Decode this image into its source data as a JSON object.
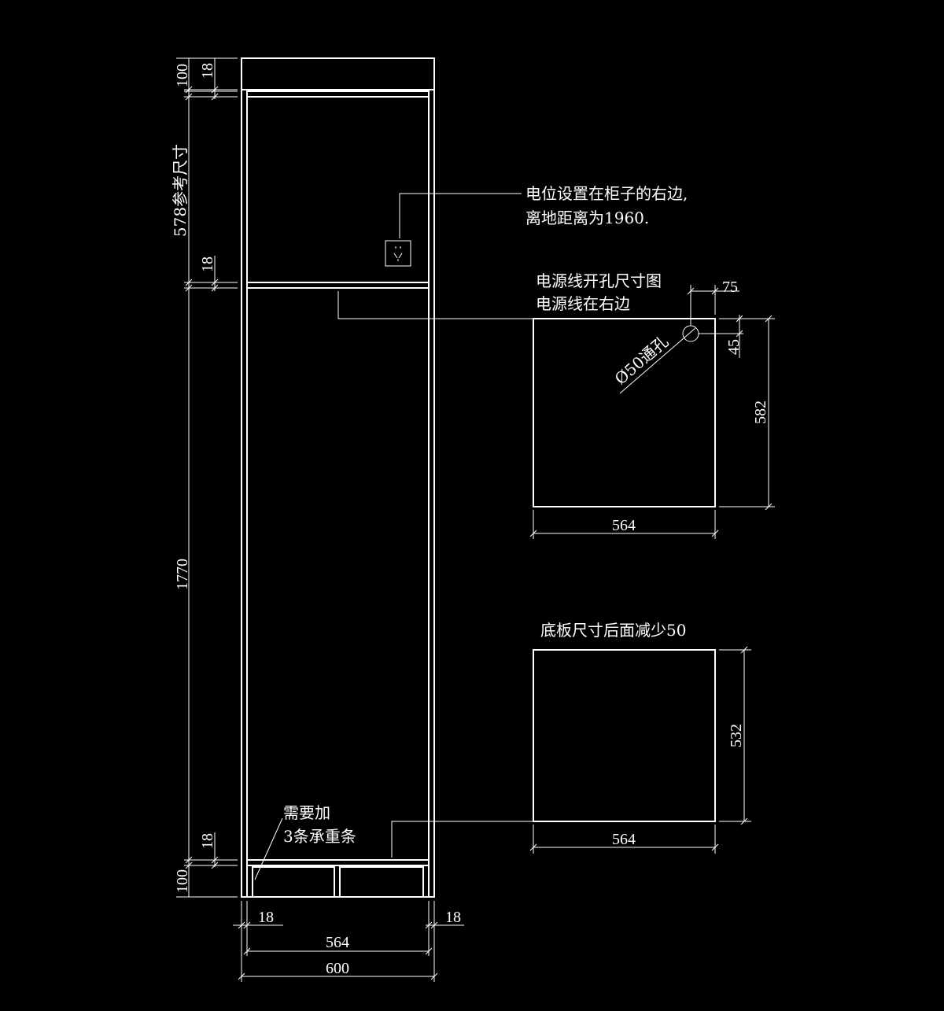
{
  "dimensions": {
    "top_height": "100",
    "top_board": "18",
    "upper_compartment": "578参考尺寸",
    "shelf_board": "18",
    "lower_compartment": "1770",
    "bottom_board": "18",
    "base_height": "100",
    "left_side": "18",
    "right_side": "18",
    "inner_width": "564",
    "outer_width": "600"
  },
  "notes": {
    "outlet_line1": "电位设置在柜子的右边,",
    "outlet_line2": "离地距离为1960.",
    "support_line1": "需要加",
    "support_line2": "3条承重条"
  },
  "shelf_panel": {
    "title_line1": "电源线开孔尺寸图",
    "title_line2": "电源线在右边",
    "hole_offset_x": "75",
    "hole_offset_y": "45",
    "hole_label": "Ø50通孔",
    "height": "582",
    "width": "564"
  },
  "bottom_panel": {
    "title": "底板尺寸后面减少50",
    "height": "532",
    "width": "564"
  },
  "colors": {
    "background": "#000000",
    "line": "#ffffff"
  }
}
